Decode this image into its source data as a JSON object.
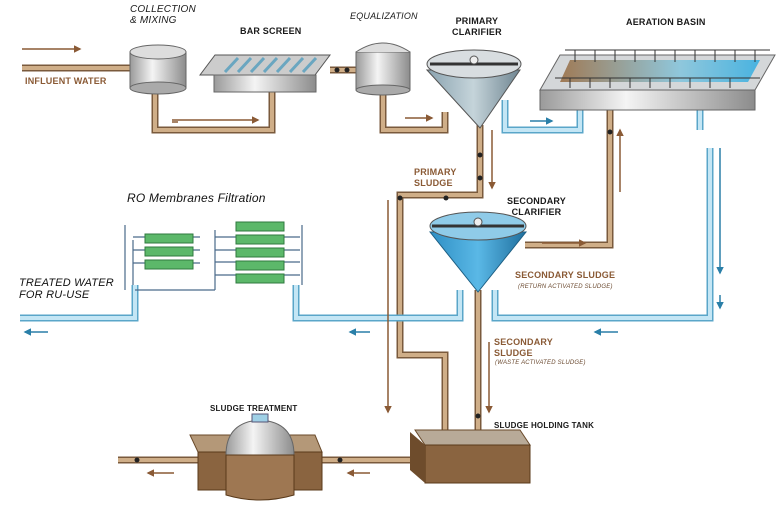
{
  "labels": {
    "collection": "COLLECTION\n& MIXING",
    "collection_line1": "COLLECTION",
    "collection_line2": "& MIXING",
    "bar_screen": "BAR SCREEN",
    "equalization": "EQUALIZATION",
    "primary_clarifier_line1": "PRIMARY",
    "primary_clarifier_line2": "CLARIFIER",
    "aeration_basin": "AERATION BASIN",
    "influent_water": "INFLUENT WATER",
    "primary_sludge_line1": "PRIMARY",
    "primary_sludge_line2": "SLUDGE",
    "secondary_clarifier_line1": "SECONDARY",
    "secondary_clarifier_line2": "CLARIFIER",
    "ro_filtration": "RO Membranes Filtration",
    "treated_water_line1": "TREATED WATER",
    "treated_water_line2": "FOR RU-USE",
    "secondary_sludge_return": "SECONDARY SLUDGE",
    "return_activated_sludge": "(RETURN ACTIVATED SLUDGE)",
    "secondary_sludge_waste_line1": "SECONDARY",
    "secondary_sludge_waste_line2": "SLUDGE",
    "waste_activated_sludge": "(WASTE ACTIVATED SLUDGE)",
    "sludge_treatment": "SLUDGE TREATMENT",
    "sludge_holding_tank": "SLUDGE HOLDING TANK"
  },
  "colors": {
    "sludge_pipe": "#b08a62",
    "water_pipe": "#7cc3e3",
    "arrow_blue": "#2a7fa8",
    "arrow_brown": "#8a5a35",
    "membrane": "#5cb86a",
    "clarifier_blue": "#3a9fd0"
  }
}
